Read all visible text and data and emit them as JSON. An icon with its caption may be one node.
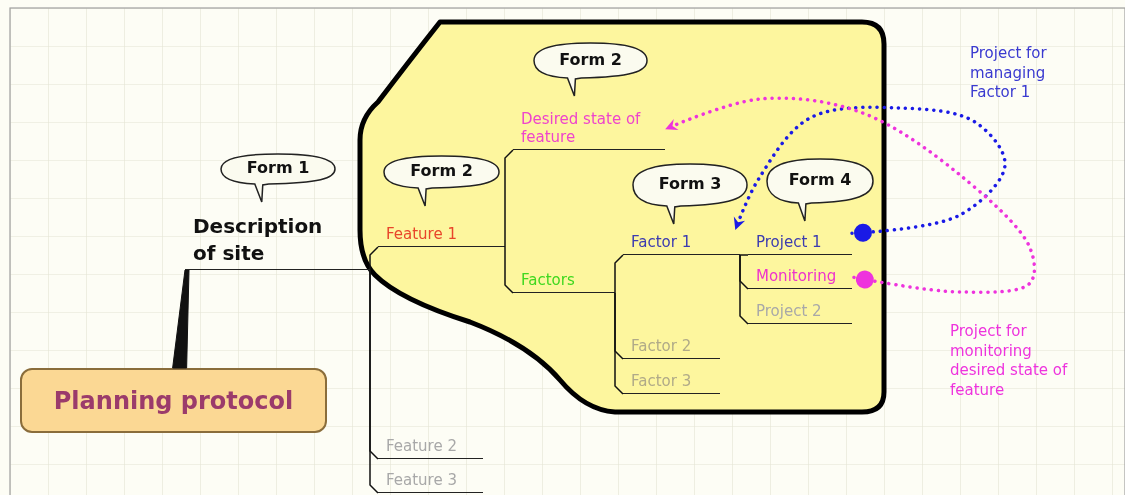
{
  "diagram": {
    "nodes": [
      {
        "text": [
          "Form 1"
        ]
      },
      {
        "text": [
          "Description of site"
        ]
      },
      {
        "text": [
          "Planning protocol"
        ]
      },
      {
        "text": [],
        "shape": "box"
      },
      {
        "text": [
          "Form 2"
        ],
        "in": 3
      },
      {
        "text": [
          "Desired state of feature"
        ],
        "in": 3
      },
      {
        "text": [
          "Form 2"
        ],
        "in": 3
      },
      {
        "text": [
          "Feature 1"
        ],
        "in": 3
      },
      {
        "text": [
          "Factors"
        ],
        "in": 3
      },
      {
        "text": [
          "Form 3"
        ],
        "in": 3
      },
      {
        "text": [
          "Factor 1"
        ],
        "in": 3
      },
      {
        "text": [
          "Form 4"
        ],
        "in": 3
      },
      {
        "text": [
          "Project 1"
        ],
        "in": 3
      },
      {
        "text": [
          "Monitoring"
        ],
        "in": 3
      },
      {
        "text": [
          "Project 2"
        ],
        "in": 3
      },
      {
        "text": [
          "Factor 2"
        ],
        "in": 3
      },
      {
        "text": [
          "Factor 3"
        ],
        "in": 3
      },
      {
        "text": [
          "Feature 2"
        ]
      },
      {
        "text": [
          "Feature 3"
        ]
      }
    ],
    "edges": [
      {
        "from": 2,
        "to": 1,
        "arrow": "none",
        "style": "thick"
      },
      {
        "from": 1,
        "to": 7,
        "arrow": "none"
      },
      {
        "from": 1,
        "to": 17,
        "arrow": "none"
      },
      {
        "from": 1,
        "to": 18,
        "arrow": "none"
      },
      {
        "from": 7,
        "to": 5,
        "arrow": "none"
      },
      {
        "from": 7,
        "to": 8,
        "arrow": "none"
      },
      {
        "from": 8,
        "to": 10,
        "arrow": "none"
      },
      {
        "from": 8,
        "to": 15,
        "arrow": "none"
      },
      {
        "from": 8,
        "to": 16,
        "arrow": "none"
      },
      {
        "from": 10,
        "to": 12,
        "arrow": "none"
      },
      {
        "from": 10,
        "to": 13,
        "arrow": "none"
      },
      {
        "from": 10,
        "to": 14,
        "arrow": "none"
      },
      {
        "from": 12,
        "to": 10,
        "arrow": "to",
        "style": "dashed",
        "color": "#1a1ae6"
      },
      {
        "from": 13,
        "to": 5,
        "arrow": "to",
        "style": "dashed",
        "color": "#ee33dd"
      }
    ],
    "labels": [
      "Project for managing Factor 1",
      "Project for monitoring desired state of feature"
    ]
  }
}
